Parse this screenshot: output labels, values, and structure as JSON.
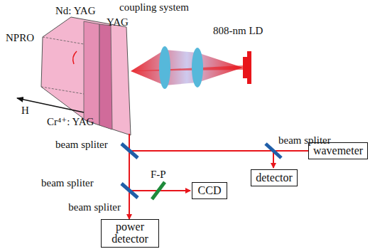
{
  "diagram": {
    "nodes": [
      {
        "text": [
          "wavemeter"
        ]
      },
      {
        "text": [
          "detector"
        ]
      },
      {
        "text": [
          "CCD"
        ]
      },
      {
        "text": [
          "power detector"
        ]
      }
    ],
    "labels": [
      "coupling system",
      "Nd: YAG",
      "YAG",
      "NPRO",
      "808-nm LD",
      "H",
      "Cr⁴⁺: YAG",
      "beam spliter",
      "beam spliter",
      "beam spliter",
      "beam spliter",
      "F-P"
    ]
  }
}
